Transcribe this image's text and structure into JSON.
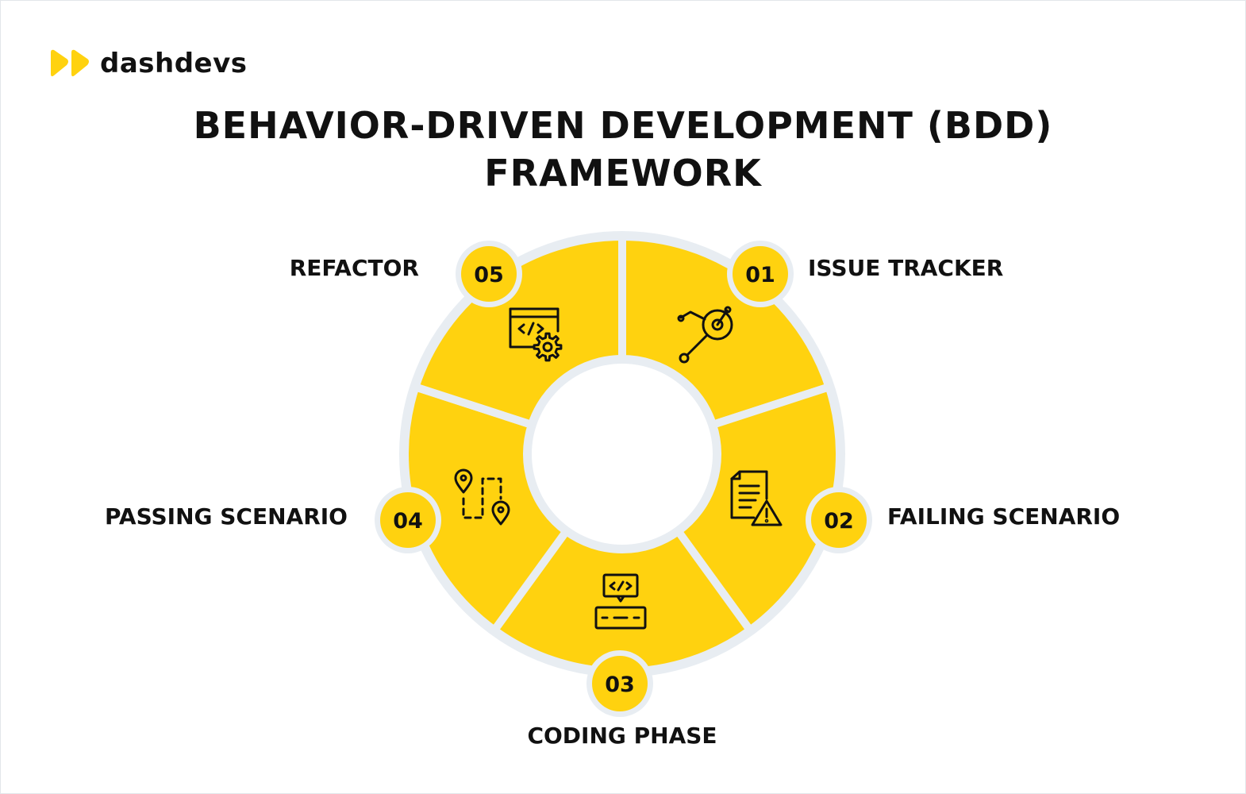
{
  "brand": {
    "name": "dashdevs",
    "accent": "#FFD20F"
  },
  "title": {
    "line1": "BEHAVIOR-DRIVEN DEVELOPMENT (BDD)",
    "line2": "FRAMEWORK"
  },
  "colors": {
    "segment": "#FFD20F",
    "ring_border": "#E8EDF2",
    "text": "#111111"
  },
  "steps": [
    {
      "number": "01",
      "label": "ISSUE TRACKER",
      "icon": "magnifier-target-icon"
    },
    {
      "number": "02",
      "label": "FAILING SCENARIO",
      "icon": "document-warning-icon"
    },
    {
      "number": "03",
      "label": "CODING PHASE",
      "icon": "code-keyboard-icon"
    },
    {
      "number": "04",
      "label": "PASSING SCENARIO",
      "icon": "route-pins-icon"
    },
    {
      "number": "05",
      "label": "REFACTOR",
      "icon": "code-window-gear-icon"
    }
  ]
}
